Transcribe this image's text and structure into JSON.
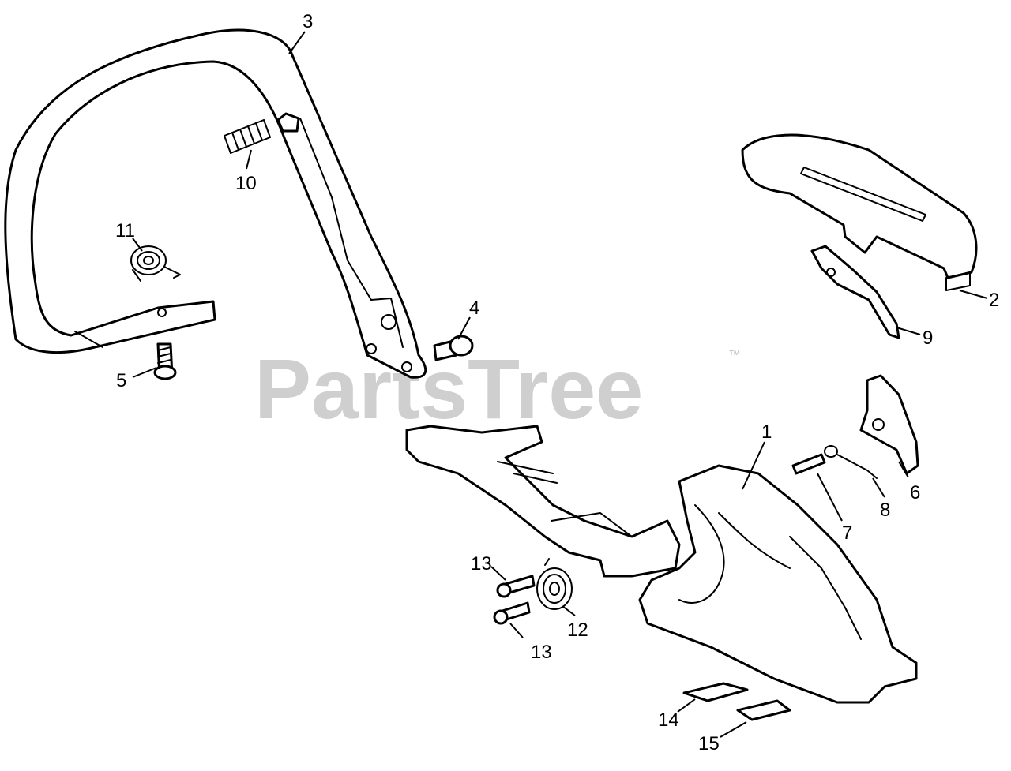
{
  "watermark": {
    "brand": "PartsTree",
    "trademark": "™",
    "color": "#cfcfcf"
  },
  "callouts": [
    {
      "number": "1"
    },
    {
      "number": "2"
    },
    {
      "number": "3"
    },
    {
      "number": "4"
    },
    {
      "number": "5"
    },
    {
      "number": "6"
    },
    {
      "number": "7"
    },
    {
      "number": "8"
    },
    {
      "number": "9"
    },
    {
      "number": "10"
    },
    {
      "number": "11"
    },
    {
      "number": "12"
    },
    {
      "number": "13"
    },
    {
      "number": "13"
    },
    {
      "number": "14"
    },
    {
      "number": "15"
    }
  ]
}
